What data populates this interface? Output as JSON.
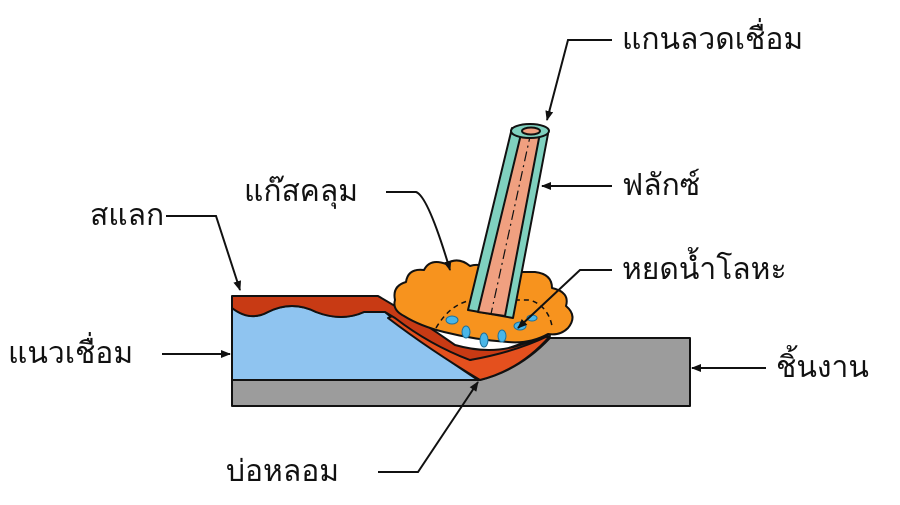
{
  "labels": {
    "electrode": "แกนลวดเชื่อม",
    "flux": "ฟลักซ์",
    "shielding_gas": "แก๊สคลุม",
    "slag": "สแลก",
    "metal_droplets": "หยดน้ำโลหะ",
    "weld_bead": "แนวเชื่อม",
    "workpiece": "ชิ้นงาน",
    "weld_pool": "บ่อหลอม"
  },
  "colors": {
    "weld_bead": "#8fc4f0",
    "slag": "#c83a14",
    "weld_pool": "#e4501e",
    "shielding_gas": "#f7931e",
    "electrode_core": "#f0a080",
    "flux": "#7fd1bf",
    "workpiece": "#9c9c9c",
    "droplets": "#4ab6e8"
  }
}
